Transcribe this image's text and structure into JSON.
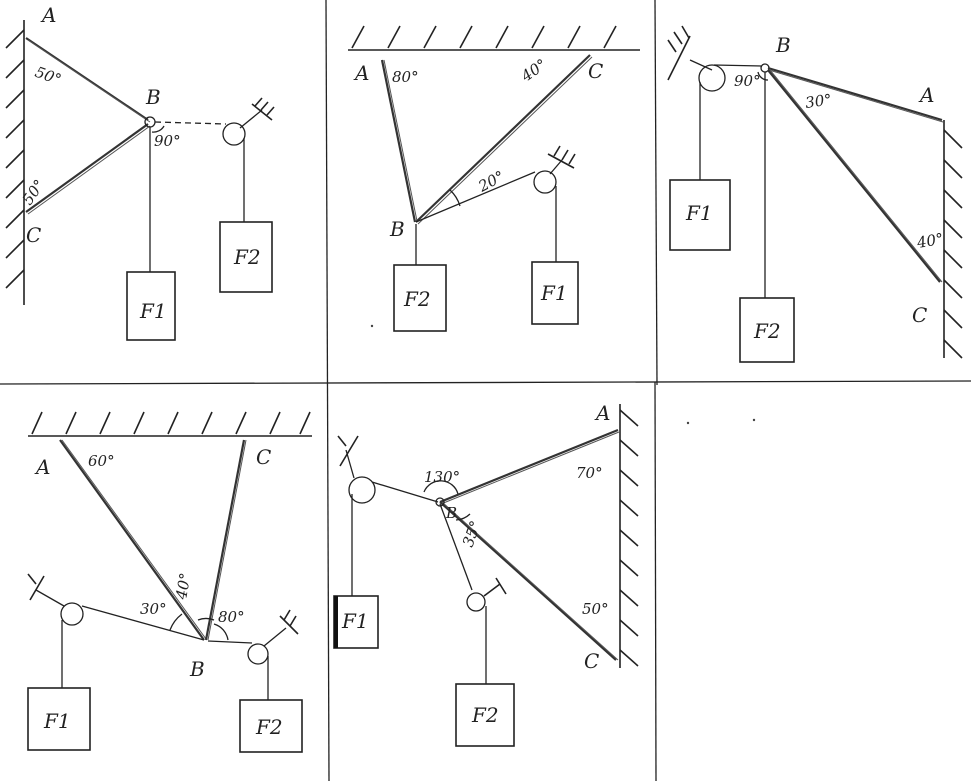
{
  "panels": [
    {
      "id": 1,
      "points": {
        "A": "A",
        "B": "B",
        "C": "C"
      },
      "angles": [
        "50°",
        "90°",
        "50°"
      ],
      "loads": [
        "F1",
        "F2"
      ]
    },
    {
      "id": 2,
      "points": {
        "A": "A",
        "B": "B",
        "C": "C"
      },
      "angles": [
        "80°",
        "40°",
        "20°"
      ],
      "loads": [
        "F2",
        "F1"
      ]
    },
    {
      "id": 3,
      "points": {
        "A": "A",
        "B": "B",
        "C": "C"
      },
      "angles": [
        "90°",
        "30°",
        "40°"
      ],
      "loads": [
        "F1",
        "F2"
      ]
    },
    {
      "id": 4,
      "points": {
        "A": "A",
        "B": "B",
        "C": "C"
      },
      "angles": [
        "60°",
        "30°",
        "40°",
        "80°"
      ],
      "loads": [
        "F1",
        "F2"
      ]
    },
    {
      "id": 5,
      "points": {
        "A": "A",
        "B": "B",
        "C": "C"
      },
      "angles": [
        "130°",
        "70°",
        "35°",
        "50°"
      ],
      "loads": [
        "F1",
        "F2"
      ]
    }
  ]
}
